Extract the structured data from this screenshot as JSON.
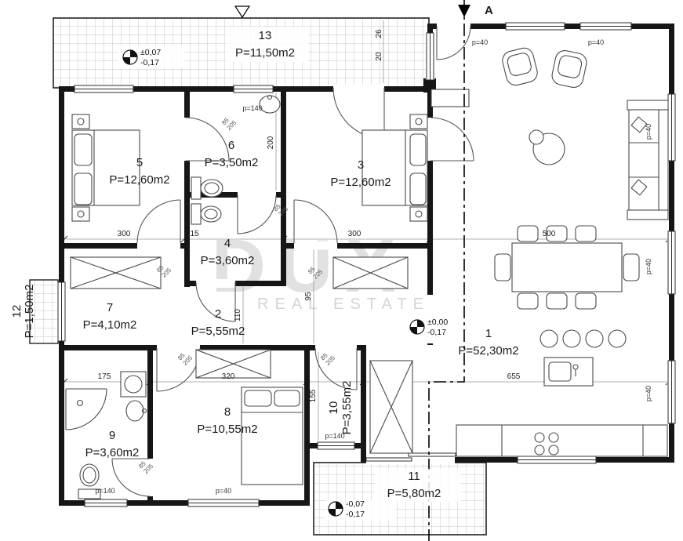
{
  "plan": {
    "section_label": "A"
  },
  "watermark": {
    "line1": "DUX",
    "line2": "REAL ESTATE"
  },
  "rooms": [
    {
      "num": "13",
      "area": "P=11,50m2"
    },
    {
      "num": "5",
      "area": "P=12,60m2"
    },
    {
      "num": "6",
      "area": "P=3,50m2"
    },
    {
      "num": "3",
      "area": "P=12,60m2"
    },
    {
      "num": "4",
      "area": "P=3,60m2"
    },
    {
      "num": "7",
      "area": "P=4,10m2"
    },
    {
      "num": "2",
      "area": "P=5,55m2"
    },
    {
      "num": "12",
      "area": "P=1,50m2"
    },
    {
      "num": "9",
      "area": "P=3,60m2"
    },
    {
      "num": "8",
      "area": "P=10,55m2"
    },
    {
      "num": "10",
      "area": "P=3,55m2"
    },
    {
      "num": "1",
      "area": "P=52,30m2"
    },
    {
      "num": "11",
      "area": "P=5,80m2"
    }
  ],
  "levels": [
    {
      "upper": "±0,07",
      "lower": "-0,17"
    },
    {
      "upper": "±0,00",
      "lower": "-0,17"
    },
    {
      "upper": "-0,07",
      "lower": "-0,17"
    }
  ],
  "door_tag": {
    "w": "85",
    "h": "205"
  },
  "ptag": {
    "p40": "p=40",
    "p140": "p=140"
  },
  "dims": {
    "a300": "300",
    "a15": "15",
    "b300": "300",
    "a500": "500",
    "a175": "175",
    "a320": "320",
    "a655": "655",
    "v110": "110",
    "v95": "95",
    "v200": "200",
    "v155": "155",
    "v26": "26",
    "v20": "20"
  }
}
